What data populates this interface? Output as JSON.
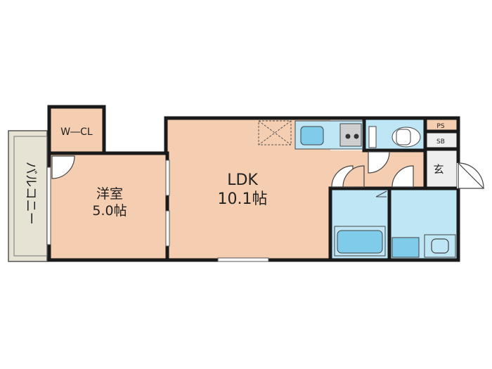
{
  "rooms": {
    "wcl": {
      "label": "W―CL"
    },
    "balcony": {
      "label": "バルコニー"
    },
    "western": {
      "name": "洋室",
      "size": "5.0帖"
    },
    "ldk": {
      "name": "LDK",
      "size": "10.1帖"
    },
    "entrance": {
      "label": "玄"
    },
    "ps": {
      "label": "PS"
    },
    "sb": {
      "label": "SB"
    }
  },
  "colors": {
    "room_fill": "#f5cdb0",
    "wet_fill": "#bfe6f5",
    "fixture_fill": "#7fcbea",
    "balcony_fill": "#e6e2d4",
    "wall": "#1a1a1a"
  }
}
